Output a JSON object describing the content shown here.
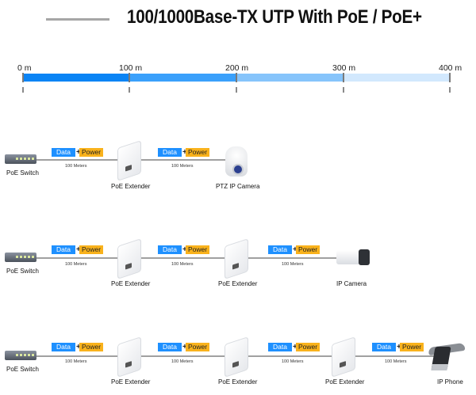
{
  "title": "100/1000Base-TX UTP With PoE / PoE+",
  "distance_scale": {
    "ticks": [
      "0 m",
      "100 m",
      "200 m",
      "300 m",
      "400 m"
    ],
    "segment_colors": [
      "#0a84f5",
      "#3aa0fb",
      "#86c4fb",
      "#d2e8fd"
    ]
  },
  "tags": {
    "data": "Data",
    "plus": "+",
    "power": "Power",
    "distance": "100 Meters"
  },
  "colors": {
    "data_tag": "#1e90ff",
    "power_tag": "#f9b21c",
    "cable": "#a0a0a0"
  },
  "scenarios": [
    {
      "devices": [
        "PoE Switch",
        "PoE Extender",
        "PTZ IP Camera"
      ]
    },
    {
      "devices": [
        "PoE Switch",
        "PoE Extender",
        "PoE Extender",
        "IP Camera"
      ]
    },
    {
      "devices": [
        "PoE Switch",
        "PoE Extender",
        "PoE Extender",
        "PoE Extender",
        "IP Phone"
      ]
    }
  ]
}
